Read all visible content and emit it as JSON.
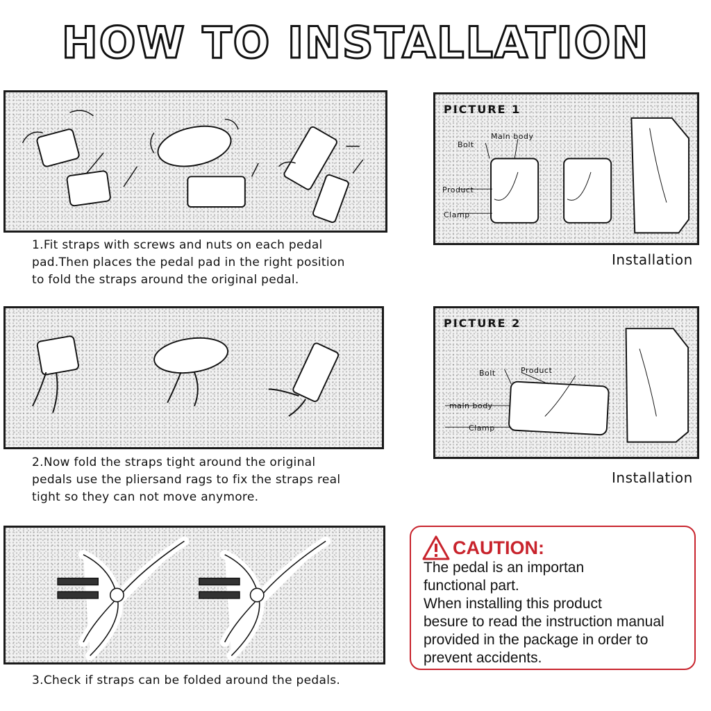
{
  "page": {
    "title": "HOW TO INSTALLATION",
    "accent_color": "#c8232c"
  },
  "steps": [
    {
      "caption": [
        "1.Fit straps with screws and nuts on each pedal",
        "pad.Then places the pedal pad in the right position",
        "to fold the straps around the original pedal."
      ]
    },
    {
      "caption": [
        "2.Now fold the straps tight around the original",
        "pedals use the pliersand rags to fix the straps real",
        "tight so they can not move anymore."
      ]
    },
    {
      "caption": [
        "3.Check if straps can be folded around the pedals."
      ]
    }
  ],
  "pictures": [
    {
      "title": "PICTURE 1",
      "labels": {
        "bolt": "Bolt",
        "main_body": "Maln body",
        "product": "Product",
        "clamp": "Clamp"
      },
      "caption": "Installation"
    },
    {
      "title": "PICTURE 2",
      "labels": {
        "bolt": "Bolt",
        "product": "Product",
        "main_body": "maln body",
        "clamp": "Clamp"
      },
      "caption": "Installation"
    }
  ],
  "caution": {
    "title": "CAUTION:",
    "icon": "warning-triangle-icon",
    "lines": [
      "The pedal is an importan",
      "functional part.",
      "When installing this product",
      "besure to read the instruction manual",
      "provided in the package in order to",
      "prevent accidents."
    ]
  }
}
